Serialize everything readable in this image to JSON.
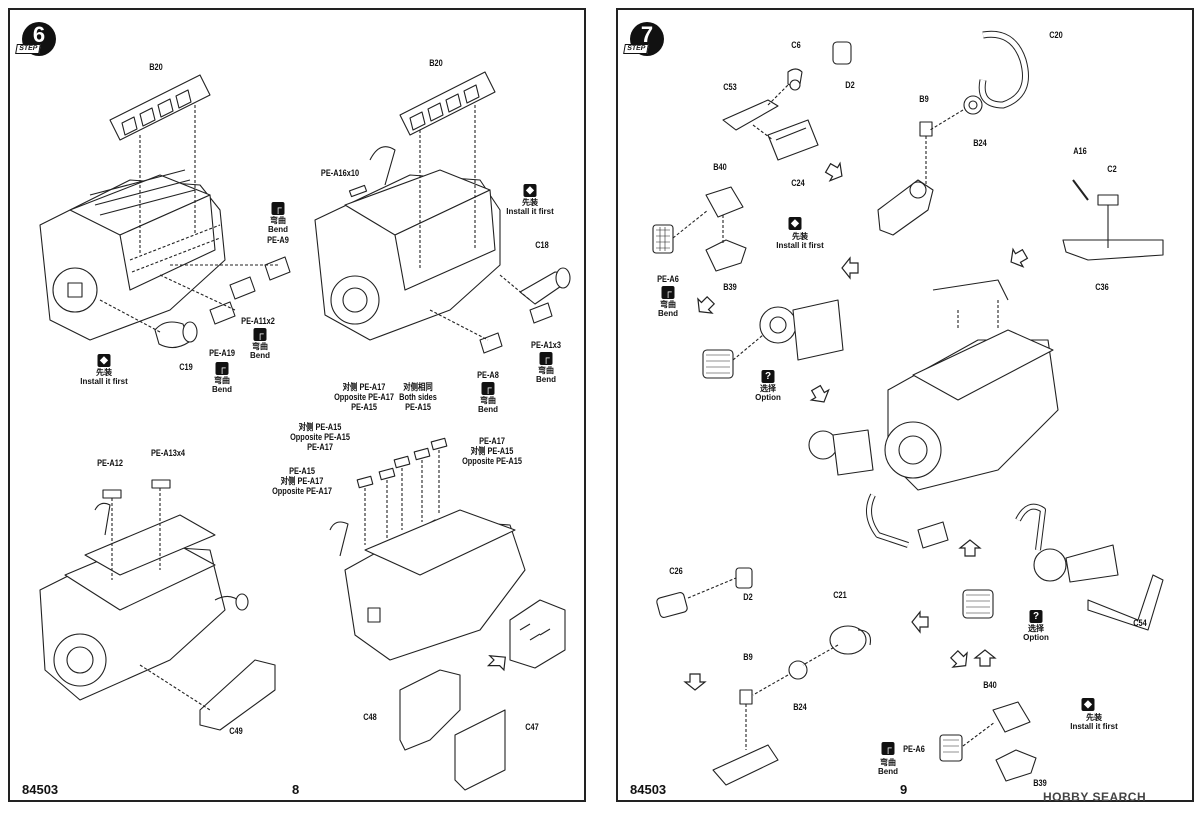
{
  "left_page": {
    "step": {
      "number": "6",
      "label": "STEP"
    },
    "page_number": "8",
    "catalog_number": "84503",
    "labels": {
      "b20_a": "B20",
      "b20_b": "B20",
      "pe_a16x10": "PE-A16x10",
      "bend_zh": "弯曲",
      "bend_en": "Bend",
      "pe_a9": "PE-A9",
      "install_zh": "先装",
      "install_en": "Install it first",
      "c18": "C18",
      "c19": "C19",
      "pe_a11x2": "PE-A11x2",
      "pe_a19": "PE-A19",
      "pe_a8": "PE-A8",
      "pe_a1x3": "PE-A1x3",
      "opp_a17_zh": "对侧 PE-A17",
      "opp_a17_en": "Opposite PE-A17",
      "pe_a15_1": "PE-A15",
      "both_zh": "对侧相同",
      "both_en": "Both sides",
      "pe_a15_2": "PE-A15",
      "opp_a15_zh": "对侧 PE-A15",
      "opp_a15_en": "Opposite PE-A15",
      "pe_a17_1": "PE-A17",
      "pe_a17_2": "PE-A17",
      "opp_a15_zh_2": "对侧 PE-A15",
      "opp_a15_en_2": "Opposite PE-A15",
      "pe_a15_3": "PE-A15",
      "opp_a17_zh_2": "对侧 PE-A17",
      "opp_a17_en_2": "Opposite PE-A17",
      "pe_a12": "PE-A12",
      "pe_a13x4": "PE-A13x4",
      "c49": "C49",
      "c48": "C48",
      "c47": "C47"
    }
  },
  "right_page": {
    "step": {
      "number": "7",
      "label": "STEP"
    },
    "page_number": "9",
    "catalog_number": "84503",
    "labels": {
      "c6": "C6",
      "c20": "C20",
      "c53": "C53",
      "d2_a": "D2",
      "b9_a": "B9",
      "b24_a": "B24",
      "c24": "C24",
      "b40_a": "B40",
      "a16": "A16",
      "c2": "C2",
      "install_zh": "先装",
      "install_en": "Install it first",
      "pe_a6_a": "PE-A6",
      "bend_zh": "弯曲",
      "bend_en": "Bend",
      "b39_a": "B39",
      "c36": "C36",
      "option_zh": "选择",
      "option_en": "Option",
      "c26": "C26",
      "d2_b": "D2",
      "c21": "C21",
      "option_zh_2": "选择",
      "option_en_2": "Option",
      "c54": "C54",
      "b9_b": "B9",
      "b24_b": "B24",
      "b40_b": "B40",
      "install_zh_2": "先装",
      "install_en_2": "Install it first",
      "pe_a6_b": "PE-A6",
      "bend_zh_2": "弯曲",
      "bend_en_2": "Bend",
      "b39_b": "B39"
    }
  },
  "icons": {
    "install": "install-first-icon",
    "bend": "bend-icon",
    "option": "option-icon",
    "arrow": "hollow-arrow-icon"
  },
  "watermark": "HOBBY SEARCH"
}
